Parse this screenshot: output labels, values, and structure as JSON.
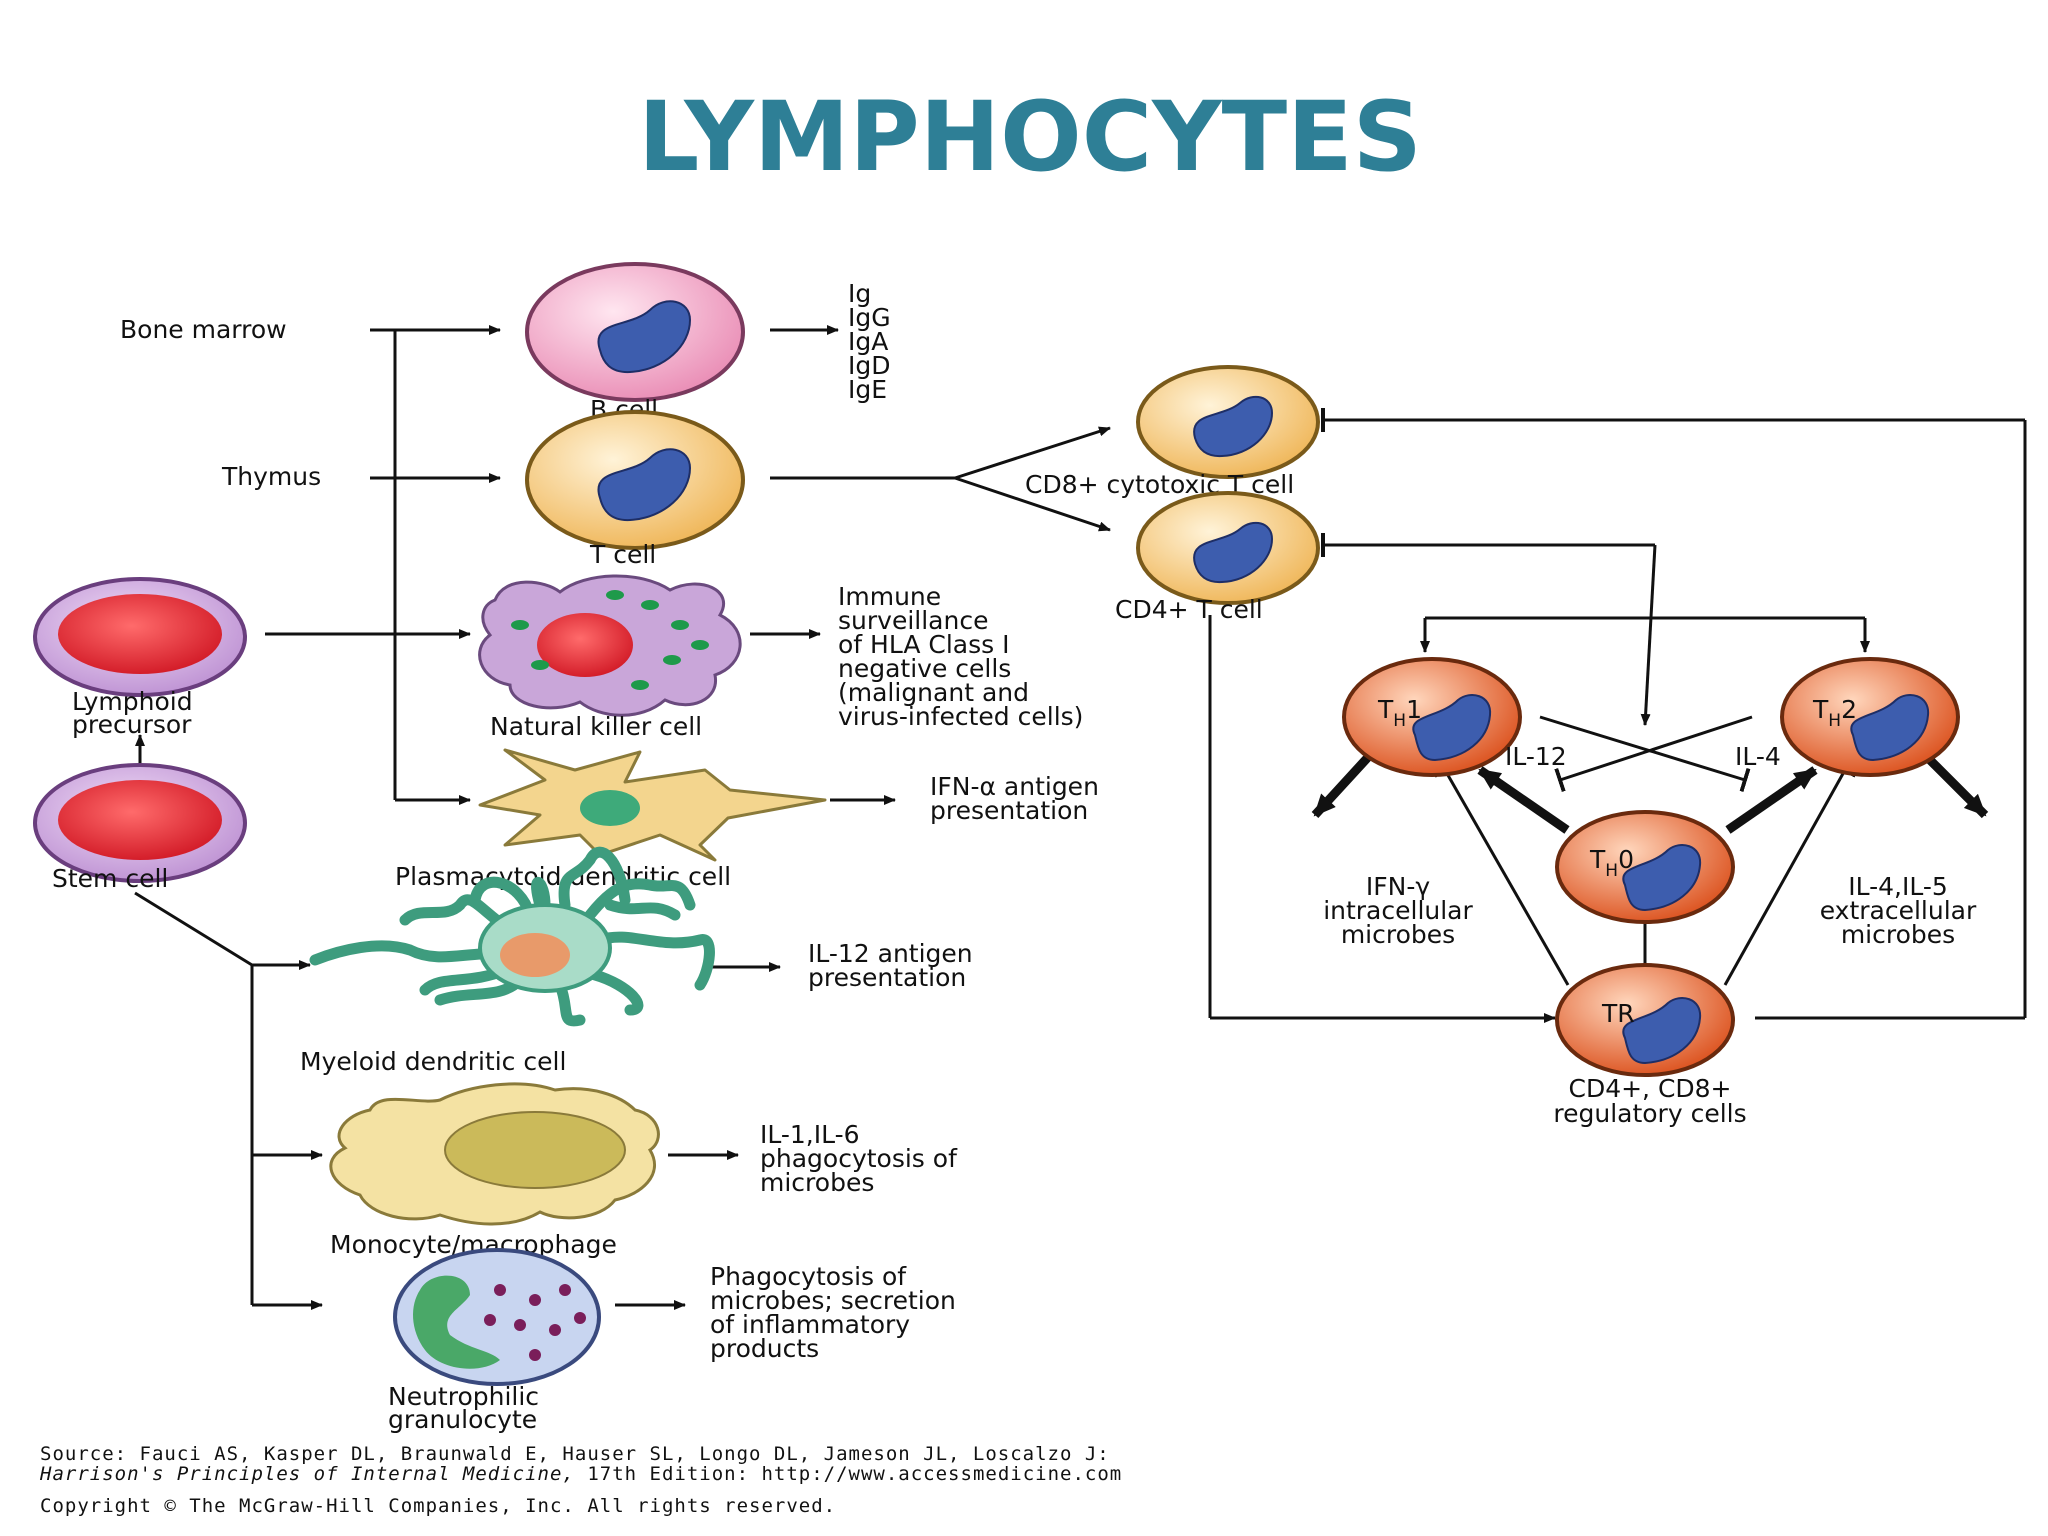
{
  "title": "LYMPHOCYTES",
  "colors": {
    "title": "#2E7F96",
    "b_cell": "#F2A8C8",
    "t_cell": "#F7C97A",
    "nucleus": "#3D5DAE",
    "th_cell": "#E8612C",
    "nk_cell": "#C9A6D9",
    "dendritic": "#F3D58E",
    "myeloid": "#3E9C7E",
    "monocyte": "#F4E2A3",
    "neutrophil": "#8FA8D9"
  },
  "sources": {
    "bone_marrow": "Bone marrow",
    "thymus": "Thymus"
  },
  "cells": {
    "b_cell": "B cell",
    "t_cell": "T cell",
    "nk_cell": "Natural killer cell",
    "plasmacytoid": "Plasmacytoid dendritic cell",
    "myeloid": "Myeloid dendritic cell",
    "monocyte": "Monocyte/macrophage",
    "neutrophil": [
      "Neutrophilic",
      "granulocyte"
    ],
    "lymphoid": [
      "Lymphoid",
      "precursor"
    ],
    "stem": "Stem cell",
    "cd8": "CD8+ cytotoxic T cell",
    "cd4": "CD4+ T cell",
    "th1": {
      "main": "T",
      "sub": "H",
      "tail": "1"
    },
    "th2": {
      "main": "T",
      "sub": "H",
      "tail": "2"
    },
    "th0": {
      "main": "T",
      "sub": "H",
      "tail": "0"
    },
    "tr": "TR",
    "regulatory": [
      "CD4+, CD8+",
      "regulatory cells"
    ]
  },
  "outputs": {
    "immunoglobulins": [
      "Ig",
      "IgG",
      "IgA",
      "IgD",
      "IgE"
    ],
    "nk": [
      "Immune",
      "surveillance",
      "of HLA Class I",
      "negative cells",
      "(malignant and",
      "virus-infected cells)"
    ],
    "plasmacytoid": [
      "IFN-α antigen",
      "presentation"
    ],
    "myeloid": [
      "IL-12 antigen",
      "presentation"
    ],
    "monocyte": [
      "IL-1,IL-6",
      "phagocytosis of",
      "microbes"
    ],
    "neutrophil": [
      "Phagocytosis of",
      "microbes; secretion",
      "of inflammatory",
      "products"
    ],
    "th1": [
      "IFN-γ",
      "intracellular",
      "microbes"
    ],
    "th2": [
      "IL-4,IL-5",
      "extracellular",
      "microbes"
    ],
    "il12": "IL-12",
    "il4": "IL-4"
  },
  "source_note": {
    "line1": "Source: Fauci AS, Kasper DL, Braunwald E, Hauser SL, Longo DL, Jameson JL, Loscalzo J:",
    "line2_italic": "Harrison's Principles of Internal Medicine,",
    "line2_rest": " 17th Edition: http://www.accessmedicine.com",
    "line3": "Copyright © The McGraw-Hill Companies, Inc. All rights reserved."
  }
}
